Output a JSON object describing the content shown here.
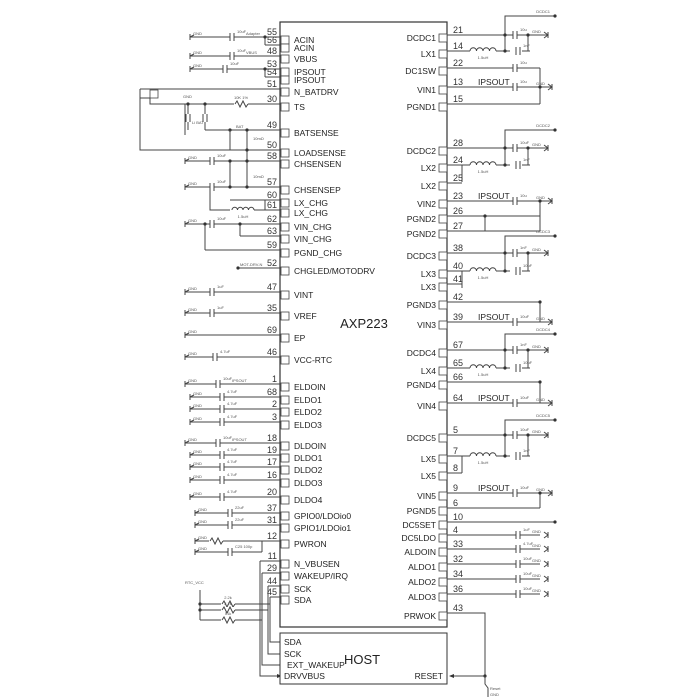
{
  "chip": {
    "name": "AXP223"
  },
  "left_pins": [
    {
      "num": "55",
      "name": "ACIN",
      "cap": "10uF",
      "net": "Adapter"
    },
    {
      "num": "56",
      "name": "ACIN"
    },
    {
      "num": "48",
      "name": "VBUS",
      "cap": "10uF",
      "net": "VBUS"
    },
    {
      "num": "53",
      "name": "IPSOUT",
      "cap": "10uF"
    },
    {
      "num": "54",
      "name": "IPSOUT"
    },
    {
      "num": "51",
      "name": "N_BATDRV"
    },
    {
      "num": "30",
      "name": "TS",
      "net": "10K 1%"
    },
    {
      "num": "49",
      "name": "BATSENSE",
      "net": "BAT"
    },
    {
      "num": "50",
      "name": "LOADSENSE",
      "net": "10mΩ"
    },
    {
      "num": "58",
      "name": "CHSENSEN",
      "cap": "10uF"
    },
    {
      "num": "57",
      "name": "CHSENSEP",
      "cap": "10uF",
      "net": "10mΩ"
    },
    {
      "num": "60",
      "name": "LX_CHG",
      "net": "1.5uH"
    },
    {
      "num": "61",
      "name": "LX_CHG"
    },
    {
      "num": "62",
      "name": "VIN_CHG",
      "cap": "10uF"
    },
    {
      "num": "63",
      "name": "VIN_CHG"
    },
    {
      "num": "59",
      "name": "PGND_CHG"
    },
    {
      "num": "52",
      "name": "CHGLED/MOTODRV",
      "net": "MOT-DRV-N"
    },
    {
      "num": "47",
      "name": "VINT",
      "cap": "1uF"
    },
    {
      "num": "35",
      "name": "VREF",
      "cap": "1uF"
    },
    {
      "num": "69",
      "name": "EP"
    },
    {
      "num": "46",
      "name": "VCC-RTC",
      "cap": "4.7uF"
    },
    {
      "num": "1",
      "name": "ELDOIN",
      "cap": "10uF",
      "net": "IPSOUT"
    },
    {
      "num": "68",
      "name": "ELDO1",
      "cap": "4.7uF"
    },
    {
      "num": "2",
      "name": "ELDO2",
      "cap": "4.7uF"
    },
    {
      "num": "3",
      "name": "ELDO3",
      "cap": "4.7uF"
    },
    {
      "num": "18",
      "name": "DLDOIN",
      "cap": "10uF",
      "net": "IPSOUT"
    },
    {
      "num": "19",
      "name": "DLDO1",
      "cap": "4.7uF"
    },
    {
      "num": "17",
      "name": "DLDO2",
      "cap": "4.7uF"
    },
    {
      "num": "16",
      "name": "DLDO3",
      "cap": "4.7uF"
    },
    {
      "num": "20",
      "name": "DLDO4",
      "cap": "4.7uF"
    },
    {
      "num": "37",
      "name": "GPIO0/LDOio0",
      "cap": "22uF"
    },
    {
      "num": "31",
      "name": "GPIO1/LDOio1",
      "cap": "22uF"
    },
    {
      "num": "12",
      "name": "PWRON",
      "net": "C25 100p"
    },
    {
      "num": "11",
      "name": "N_VBUSEN"
    },
    {
      "num": "29",
      "name": "WAKEUP/IRQ"
    },
    {
      "num": "44",
      "name": "SCK"
    },
    {
      "num": "45",
      "name": "SDA"
    }
  ],
  "right_pins": [
    {
      "num": "21",
      "name": "DCDC1",
      "cap": "10u"
    },
    {
      "num": "14",
      "name": "LX1",
      "cap": "1nF",
      "net": "1.5uH"
    },
    {
      "num": "22",
      "name": "DC1SW",
      "cap": "10u"
    },
    {
      "num": "13",
      "name": "VIN1",
      "cap": "10u",
      "net": "IPSOUT"
    },
    {
      "num": "15",
      "name": "PGND1"
    },
    {
      "num": "28",
      "name": "DCDC2",
      "cap": "10uF"
    },
    {
      "num": "24",
      "name": "LX2",
      "cap": "1nF",
      "net": "1.5uH"
    },
    {
      "num": "25",
      "name": "LX2"
    },
    {
      "num": "23",
      "name": "VIN2",
      "cap": "10u",
      "net": "IPSOUT"
    },
    {
      "num": "26",
      "name": "PGND2"
    },
    {
      "num": "27",
      "name": "PGND2"
    },
    {
      "num": "38",
      "name": "DCDC3",
      "cap": "1nF"
    },
    {
      "num": "40",
      "name": "LX3",
      "cap": "10uF",
      "net": "1.5uH"
    },
    {
      "num": "41",
      "name": "LX3"
    },
    {
      "num": "42",
      "name": "PGND3"
    },
    {
      "num": "39",
      "name": "VIN3",
      "cap": "10uF",
      "net": "IPSOUT"
    },
    {
      "num": "67",
      "name": "DCDC4",
      "cap": "1nF"
    },
    {
      "num": "65",
      "name": "LX4",
      "cap": "10uF",
      "net": "1.5uH"
    },
    {
      "num": "66",
      "name": "PGND4"
    },
    {
      "num": "64",
      "name": "VIN4",
      "cap": "10uF",
      "net": "IPSOUT"
    },
    {
      "num": "5",
      "name": "DCDC5",
      "cap": "10uF"
    },
    {
      "num": "7",
      "name": "LX5",
      "cap": "1nF",
      "net": "1.5uH"
    },
    {
      "num": "8",
      "name": "LX5"
    },
    {
      "num": "9",
      "name": "VIN5",
      "cap": "10uF",
      "net": "IPSOUT"
    },
    {
      "num": "6",
      "name": "PGND5"
    },
    {
      "num": "10",
      "name": "DC5SET"
    },
    {
      "num": "4",
      "name": "DC5LDO",
      "cap": "1uF"
    },
    {
      "num": "33",
      "name": "ALDOIN",
      "cap": "4.7uF"
    },
    {
      "num": "32",
      "name": "ALDO1",
      "cap": "10uF"
    },
    {
      "num": "34",
      "name": "ALDO2",
      "cap": "10uF"
    },
    {
      "num": "36",
      "name": "ALDO3",
      "cap": "10uF"
    },
    {
      "num": "43",
      "name": "PRWOK"
    }
  ],
  "rails": [
    "DCDC1",
    "DCDC2",
    "DCDC3",
    "DCDC4",
    "DCDC5"
  ],
  "gnd_label": "GND",
  "battery_label": "Li BAT",
  "rtc": {
    "label": "RTC_VCC",
    "resistors": [
      "2.2k",
      "2.2k",
      "51k"
    ]
  },
  "host": {
    "title": "HOST",
    "pins": [
      "SDA",
      "SCK",
      "EXT_WAKEUP",
      "DRVVBUS"
    ],
    "reset": "RESET",
    "switch_label": "Reset"
  }
}
